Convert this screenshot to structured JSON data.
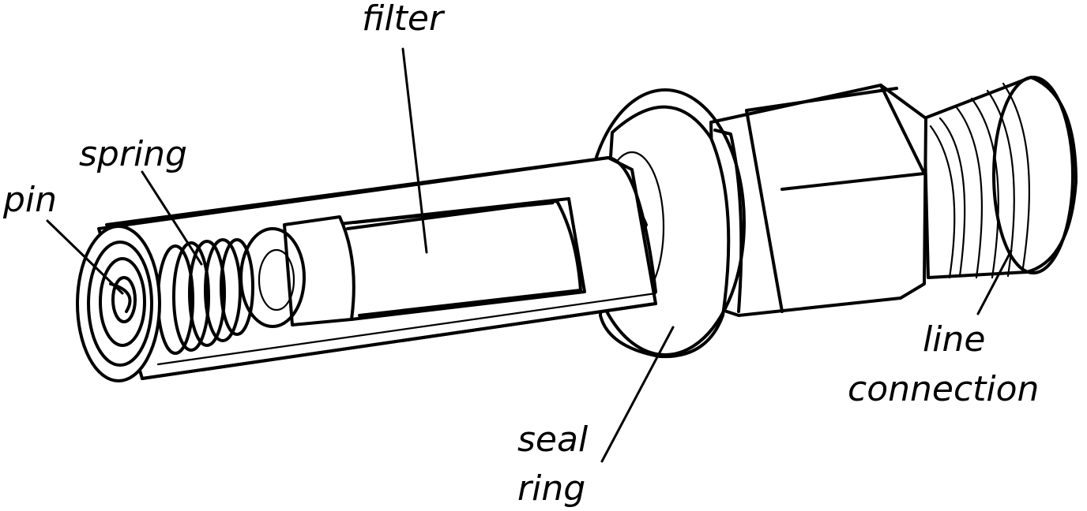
{
  "labels": {
    "filter": "filter",
    "spring": "spring",
    "pin": "pin",
    "seal_ring_line1": "seal",
    "seal_ring_line2": "ring",
    "line_connection_line1": "line",
    "line_connection_line2": "connection"
  }
}
